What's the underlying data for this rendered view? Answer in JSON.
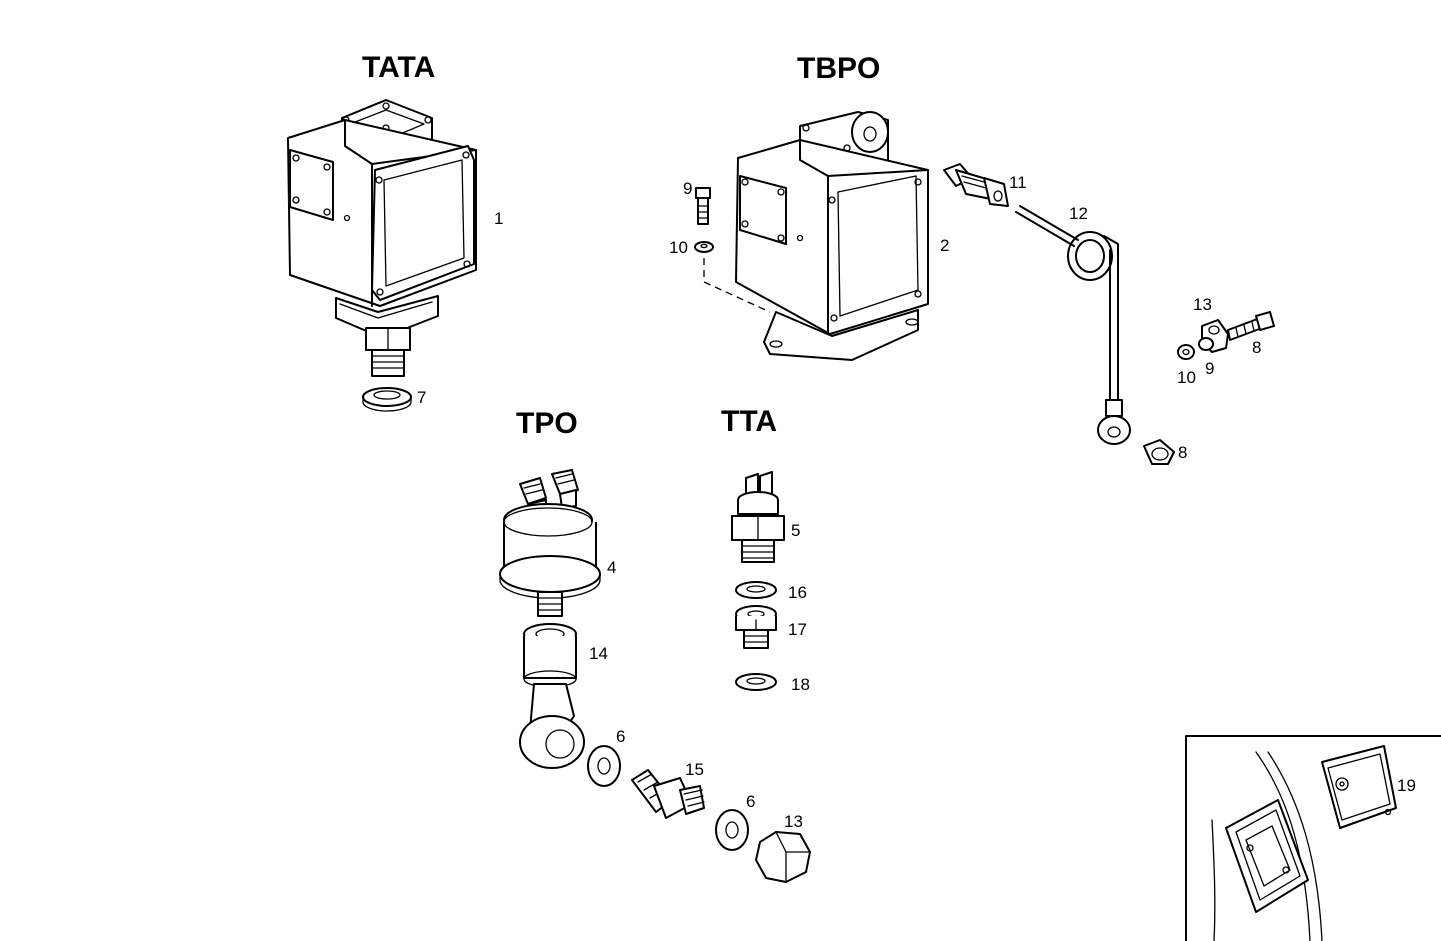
{
  "groups": {
    "tata": "TATA",
    "tbpo": "TBPO",
    "tpo": "TPO",
    "tta": "TTA"
  },
  "callouts": {
    "c1": "1",
    "c2": "2",
    "c4": "4",
    "c5": "5",
    "c6a": "6",
    "c6b": "6",
    "c7": "7",
    "c8a": "8",
    "c8b": "8",
    "c9a": "9",
    "c9b": "9",
    "c10a": "10",
    "c10b": "10",
    "c11": "11",
    "c12": "12",
    "c13a": "13",
    "c13b": "13",
    "c14": "14",
    "c15": "15",
    "c16": "16",
    "c17": "17",
    "c18": "18",
    "c19": "19"
  }
}
